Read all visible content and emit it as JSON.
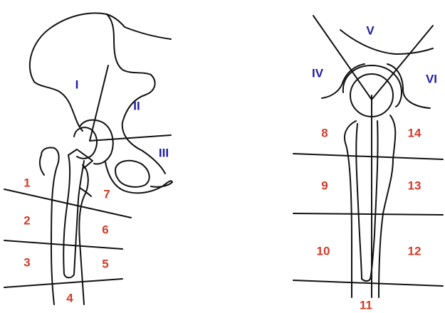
{
  "colors": {
    "femoral_zone_label": "#d23a2a",
    "acetabular_zone_label": "#1c1ca8",
    "outline": "#111111"
  },
  "ap_view": {
    "femoral_zones": [
      "1",
      "2",
      "3",
      "4",
      "5",
      "6",
      "7"
    ],
    "acetabular_zones": [
      "I",
      "II",
      "III"
    ]
  },
  "lateral_view": {
    "femoral_zones": [
      "8",
      "9",
      "10",
      "11",
      "12",
      "13",
      "14"
    ],
    "acetabular_zones": [
      "IV",
      "V",
      "VI"
    ]
  }
}
